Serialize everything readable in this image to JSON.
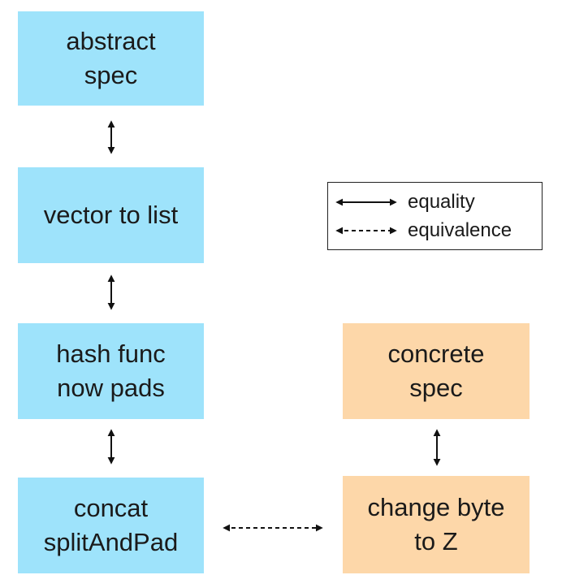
{
  "boxes": {
    "abstract_spec": [
      "abstract",
      "spec"
    ],
    "vector_to_list": [
      "vector to list"
    ],
    "hash_func": [
      "hash func",
      "now pads"
    ],
    "concat": [
      "concat",
      "splitAndPad"
    ],
    "concrete_spec": [
      "concrete",
      "spec"
    ],
    "change_byte": [
      "change byte",
      "to Z"
    ]
  },
  "legend": {
    "equality": "equality",
    "equivalence": "equivalence"
  },
  "colors": {
    "blue": "#9ee3fb",
    "orange": "#fdd7a9",
    "stroke": "#111111"
  }
}
